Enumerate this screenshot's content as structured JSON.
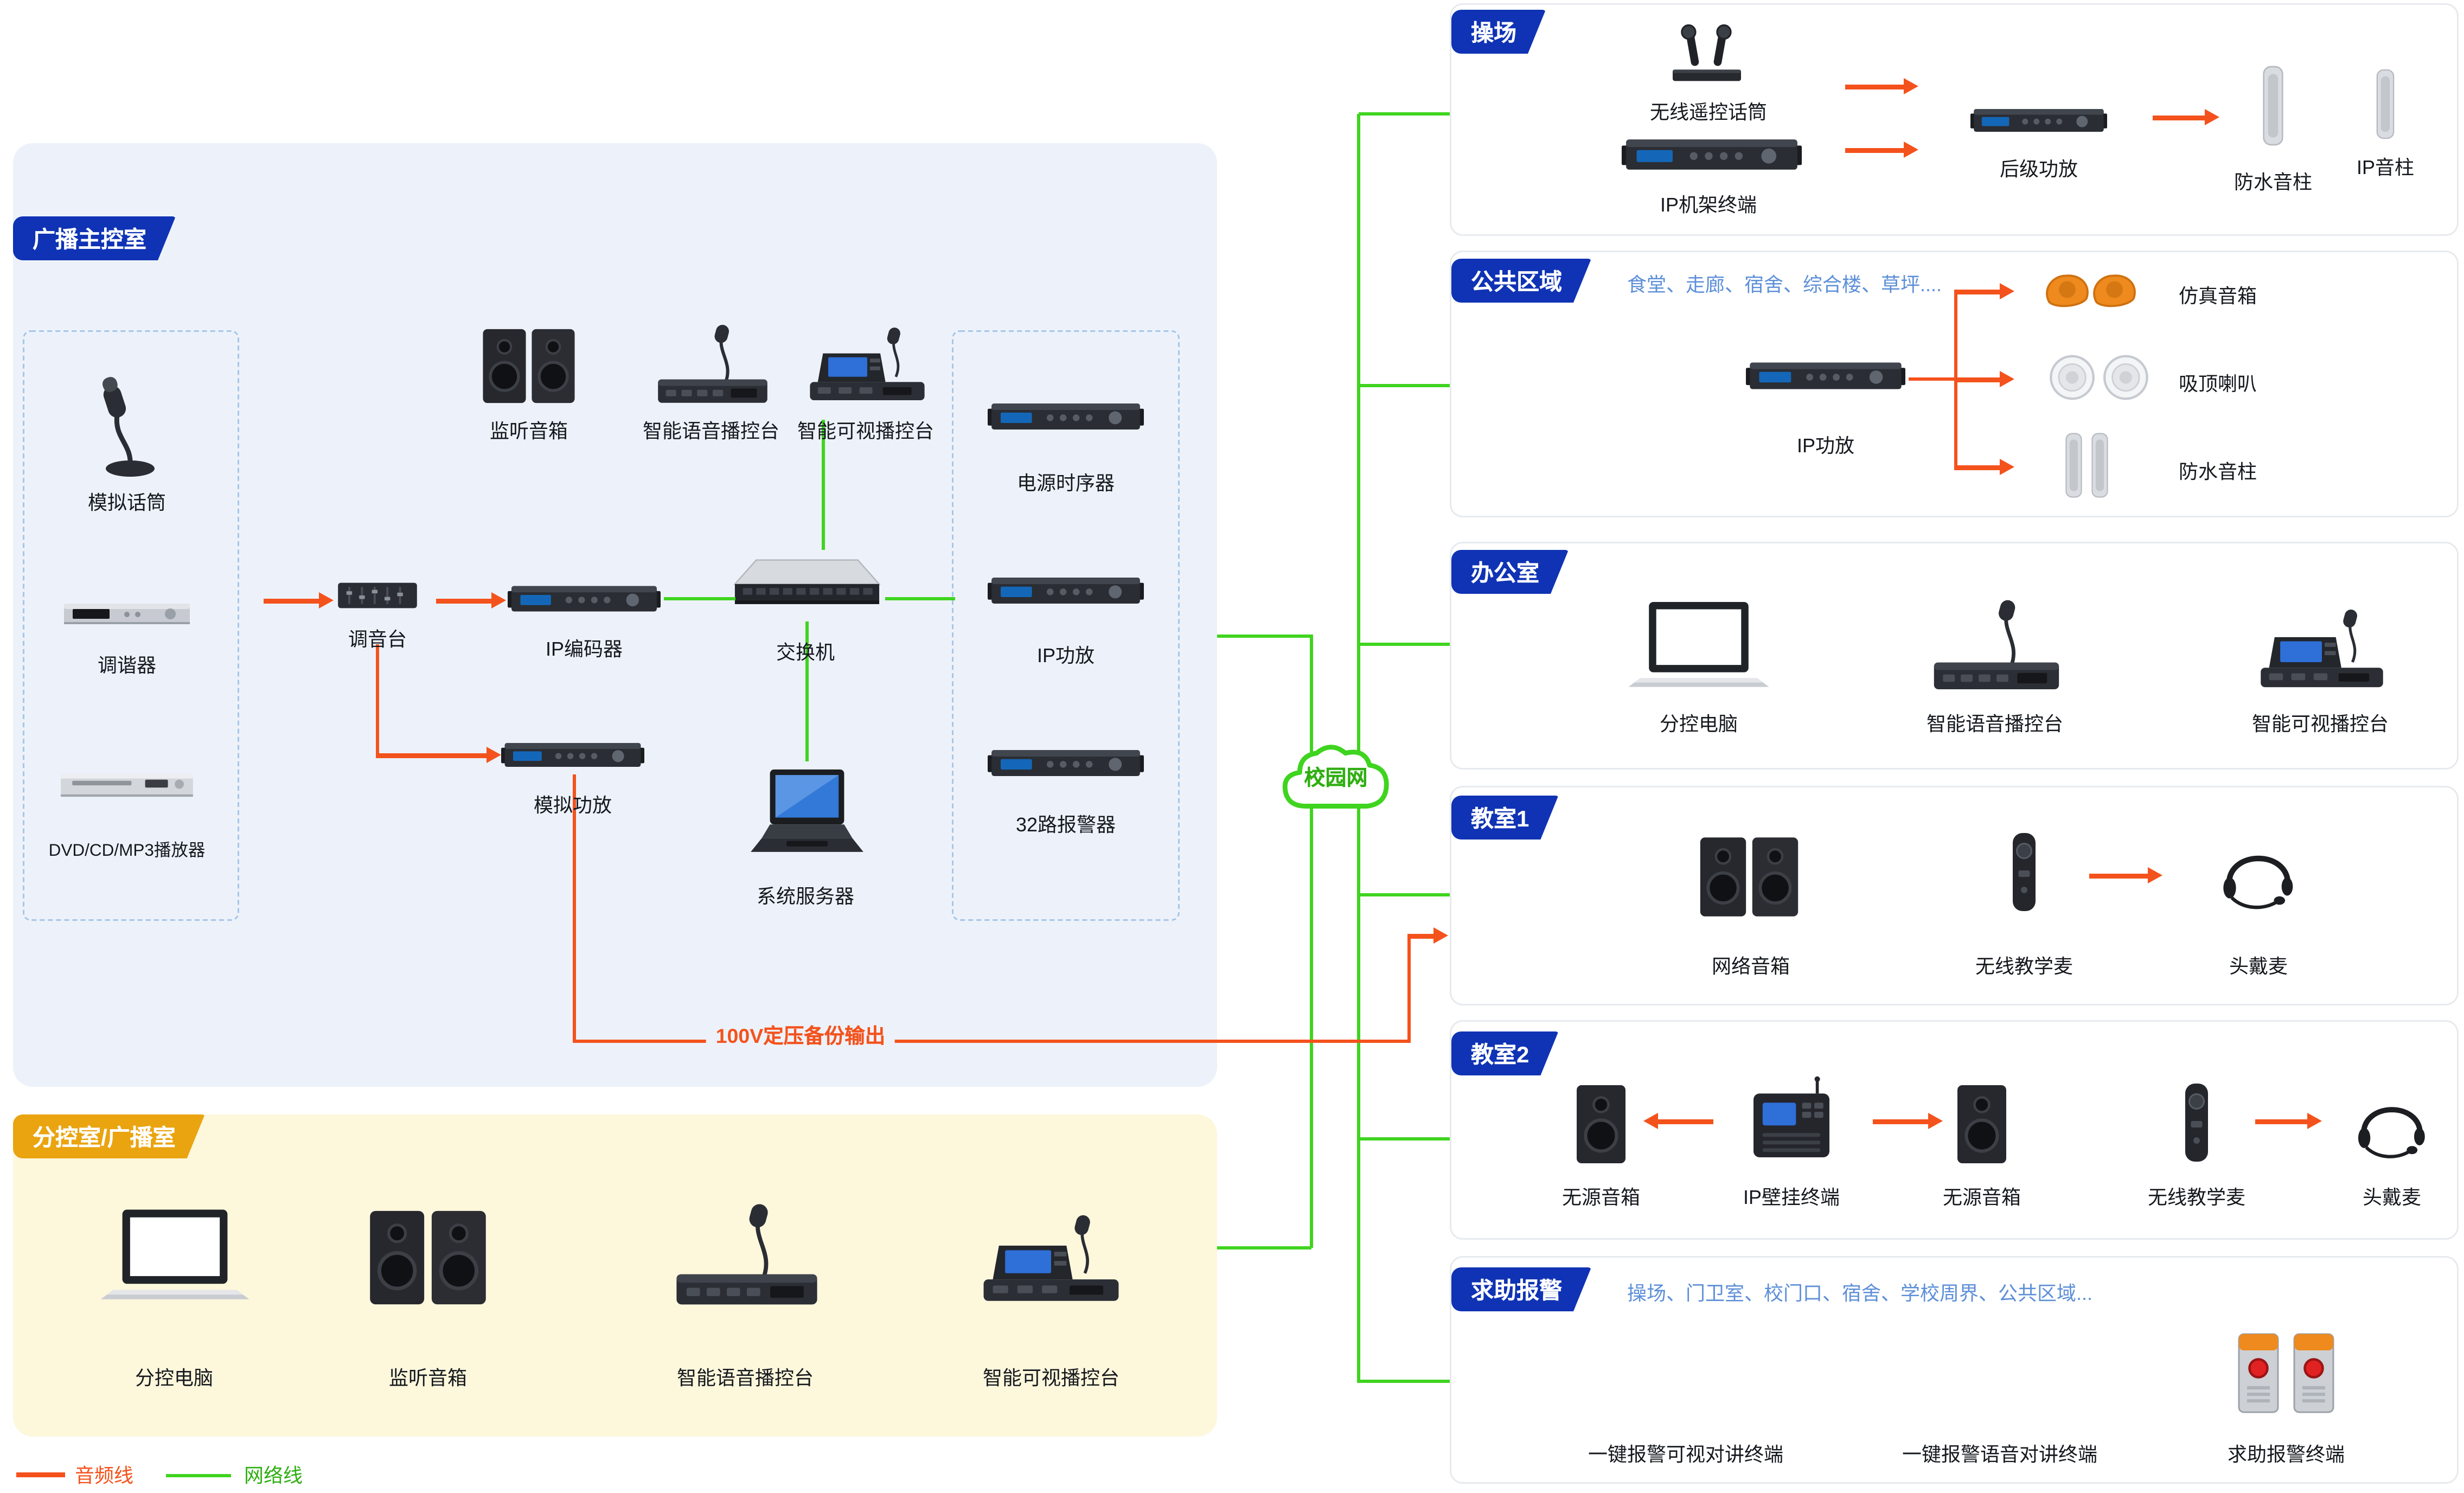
{
  "colors": {
    "audio_line": "#f4521c",
    "network_line": "#3fd41f",
    "flag_blue": "#0f33b4",
    "flag_gold": "#e9a410",
    "main_panel_bg": "#edf2fa",
    "sub_panel_bg": "#fdf7dc",
    "subtitle_text": "#5d8fd8"
  },
  "cloud_label": "校园网",
  "backup_label": "100V定压备份输出",
  "legend": {
    "audio_label": "音频线",
    "network_label": "网络线"
  },
  "main_room": {
    "title": "广播主控室",
    "source_items": [
      "模拟话筒",
      "调谐器",
      "DVD/CD/MP3播放器"
    ],
    "top_items": [
      "监听音箱",
      "智能语音播控台",
      "智能可视播控台"
    ],
    "mixer": "调音台",
    "encoder": "IP编码器",
    "switch": "交换机",
    "right_items": [
      "电源时序器",
      "IP功放",
      "32路报警器"
    ],
    "analog_amp": "模拟功放",
    "server": "系统服务器"
  },
  "sub_room": {
    "title": "分控室/广播室",
    "items": [
      "分控电脑",
      "监听音箱",
      "智能语音播控台",
      "智能可视播控台"
    ]
  },
  "playground": {
    "title": "操场",
    "wireless_mic": "无线遥控话筒",
    "rack_terminal": "IP机架终端",
    "amp": "后级功放",
    "waterproof_column": "防水音柱",
    "ip_column": "IP音柱"
  },
  "public_area": {
    "title": "公共区域",
    "subtitle": "食堂、走廊、宿舍、综合楼、草坪....",
    "amp": "IP功放",
    "rock_speaker": "仿真音箱",
    "ceiling_speaker": "吸顶喇叭",
    "waterproof_column": "防水音柱"
  },
  "office": {
    "title": "办公室",
    "pc": "分控电脑",
    "voice_console": "智能语音播控台",
    "video_console": "智能可视播控台"
  },
  "classroom1": {
    "title": "教室1",
    "net_speaker": "网络音箱",
    "teach_mic": "无线教学麦",
    "headset": "头戴麦"
  },
  "classroom2": {
    "title": "教室2",
    "passive_speaker_left": "无源音箱",
    "wall_terminal": "IP壁挂终端",
    "passive_speaker_right": "无源音箱",
    "teach_mic": "无线教学麦",
    "headset": "头戴麦"
  },
  "alarm": {
    "title": "求助报警",
    "subtitle": "操场、门卫室、校门口、宿舍、学校周界、公共区域...",
    "visual_terminal": "一键报警可视对讲终端",
    "voice_terminal": "一键报警语音对讲终端",
    "help_terminal": "求助报警终端"
  }
}
